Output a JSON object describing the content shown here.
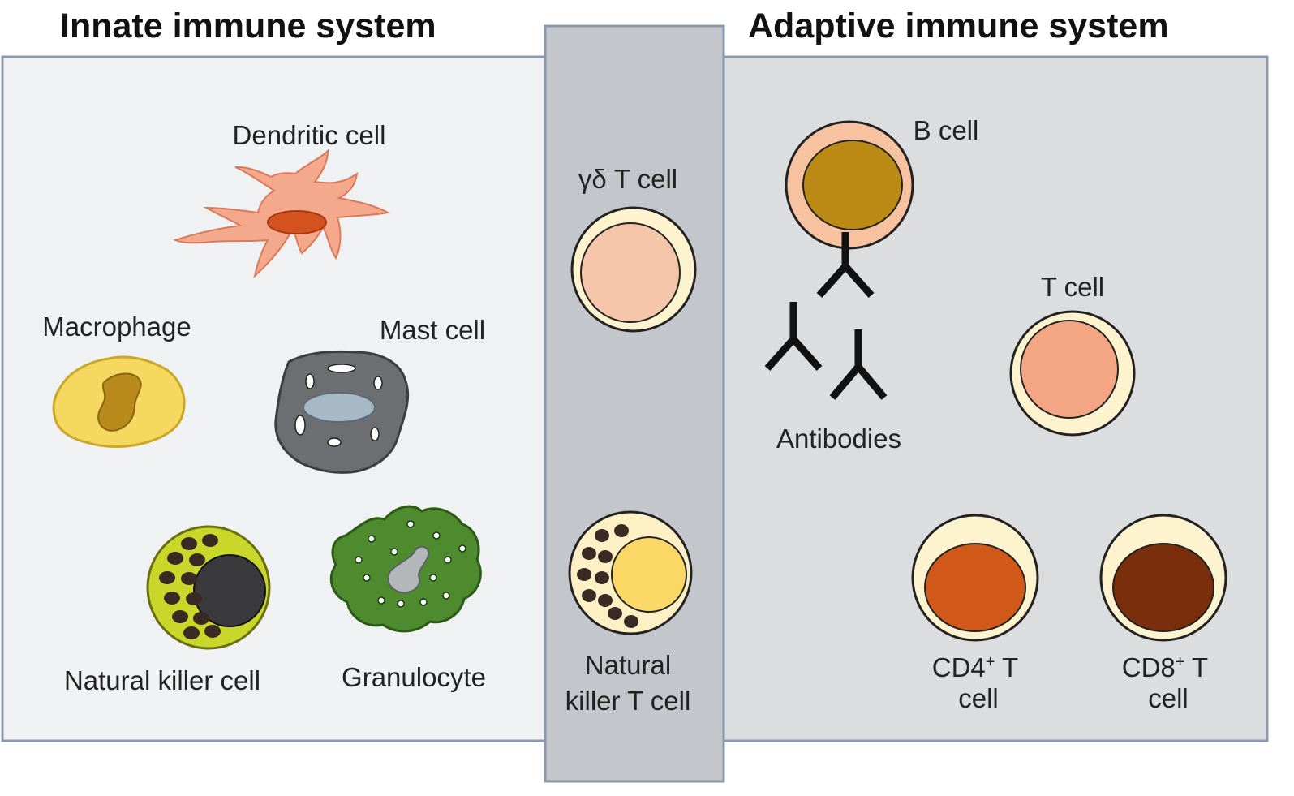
{
  "innate": {
    "title": "Innate immune system",
    "cells": {
      "dendritic": "Dendritic cell",
      "macrophage": "Macrophage",
      "mast": "Mast cell",
      "nk": "Natural killer cell",
      "granulocyte": "Granulocyte"
    }
  },
  "adaptive": {
    "title": "Adaptive immune system",
    "cells": {
      "b_cell": "B cell",
      "antibodies": "Antibodies",
      "t_cell": "T cell",
      "cd4_main": "CD4",
      "cd4_sup": "+",
      "cd4_tail": " T",
      "cd4_line2": "cell",
      "cd8_main": "CD8",
      "cd8_sup": "+",
      "cd8_tail": " T",
      "cd8_line2": "cell"
    }
  },
  "bridge": {
    "gd_t_cell": "γδ T cell",
    "nkt_line1": "Natural",
    "nkt_line2": "killer T cell"
  },
  "colors": {
    "innate_panel": "#f0f1f2",
    "adaptive_panel": "#dcdddf",
    "bridge_panel": "#c3c6cb",
    "panel_border": "#8a99ad"
  }
}
